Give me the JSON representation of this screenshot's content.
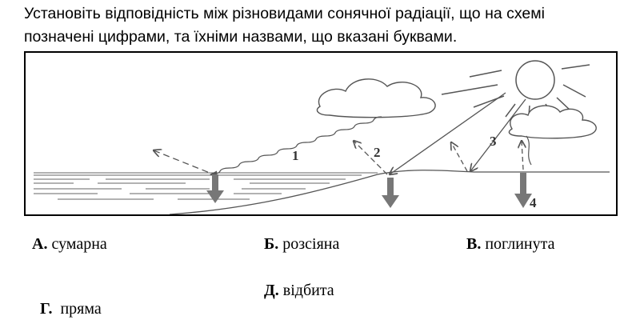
{
  "question": {
    "line1": "Установіть відповідність між різновидами сонячної радіації, що на схемі",
    "line2": "позначені цифрами, та їхніми назвами, що вказані буквами."
  },
  "diagram": {
    "markers": [
      "1",
      "2",
      "3",
      "4"
    ]
  },
  "options": [
    {
      "letter": "А.",
      "text": " сумарна"
    },
    {
      "letter": "Б.",
      "text": " розсіяна"
    },
    {
      "letter": "В.",
      "text": " поглинута"
    },
    {
      "letter": "Г.",
      "text": "  пряма"
    },
    {
      "letter": "Д.",
      "text": " відбита"
    }
  ],
  "colors": {
    "arrow_gray": "#777777",
    "line": "#555555"
  }
}
